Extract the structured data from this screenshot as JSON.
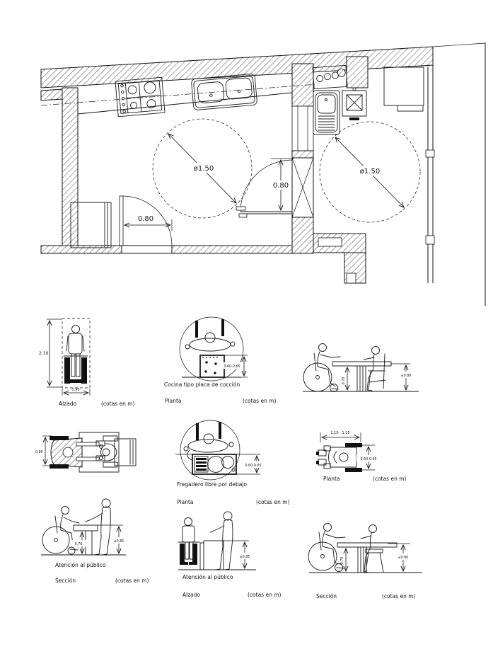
{
  "plan": {
    "circle_left_dim": "ø1.50",
    "circle_right_dim": "ø1.50",
    "door_width_dim": "0.80",
    "pass_width_dim": "0.80"
  },
  "figures": {
    "alzado": {
      "caption": "Alzado",
      "units": "(cotas en m)",
      "dim_height": "2.10",
      "dim_width": "0.90"
    },
    "cocina": {
      "title": "Cocina tipo placa de cocción",
      "caption": "Planta",
      "units": "(cotas en m)",
      "dim_depth": "0.60-0.65"
    },
    "mesa1": {
      "dim_clearance": "0.70",
      "dim_height": "≤0.80"
    },
    "mesa_planta": {
      "dim_width": "0.80"
    },
    "fregadero": {
      "title": "Fregadero libre por debajo",
      "caption": "Planta",
      "units": "(cotas en m)",
      "dim_depth": "0.60-0.65"
    },
    "silla_planta": {
      "caption": "Planta",
      "units": "(cotas en m)",
      "dim_length": "1.10 - 1.15",
      "dim_width": "0.60-0.65"
    },
    "atencion_seccion": {
      "title": "Atención al público",
      "caption": "Sección",
      "units": "(cotas en m)",
      "dim_clearance": "0.70",
      "dim_height": "≤0.85"
    },
    "atencion_alzado": {
      "title": "Atención al público",
      "caption": "Alzado",
      "units": "(cotas en m)",
      "dim_height": "≤0.85"
    },
    "mesa2": {
      "caption": "Sección",
      "units": "(cotas en m)",
      "dim_clearance": "0.70",
      "dim_height": "≤0.80"
    }
  }
}
